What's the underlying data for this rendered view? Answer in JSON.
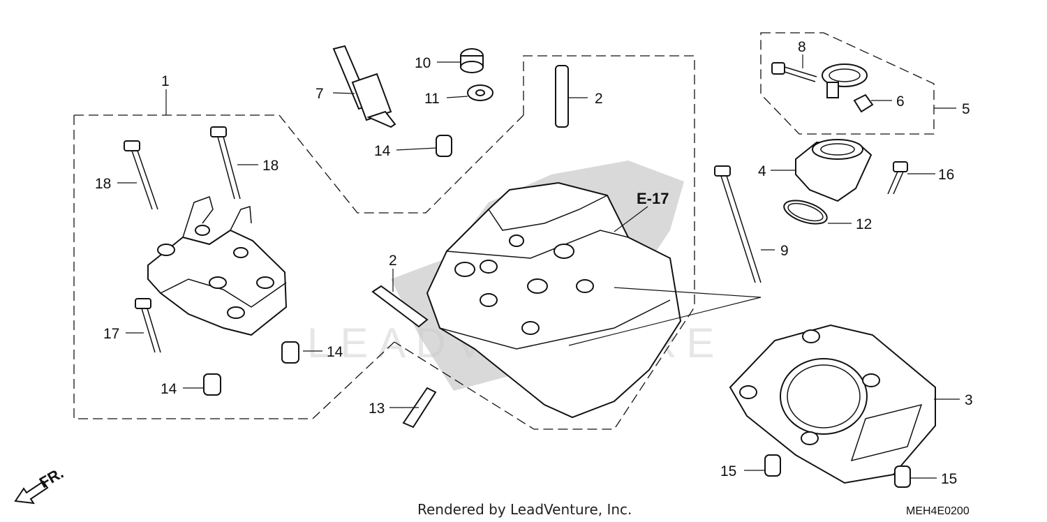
{
  "diagram": {
    "callouts": {
      "c1": "1",
      "c2a": "2",
      "c2b": "2",
      "c3": "3",
      "c4": "4",
      "c5": "5",
      "c6": "6",
      "c7": "7",
      "c8": "8",
      "c9": "9",
      "c10": "10",
      "c11": "11",
      "c12": "12",
      "c13": "13",
      "c14a": "14",
      "c14b": "14",
      "c14c": "14",
      "c15a": "15",
      "c15b": "15",
      "c16": "16",
      "c17": "17",
      "c18a": "18",
      "c18b": "18"
    },
    "reference": "E-17",
    "front_marker": "FR.",
    "watermark": "LEADVENTURE",
    "footer": "Rendered by LeadVenture, Inc.",
    "code": "MEH4E0200"
  }
}
